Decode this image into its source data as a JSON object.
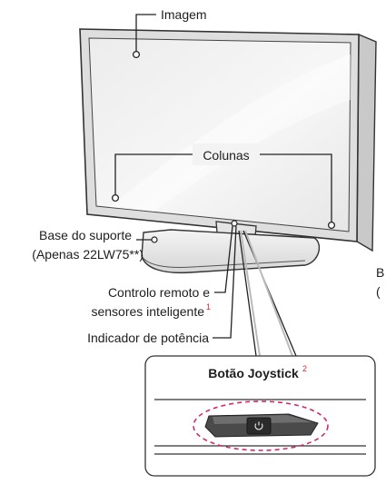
{
  "labels": {
    "imagem": "Imagem",
    "colunas": "Colunas",
    "base_line1": "Base do suporte",
    "base_line2": "(Apenas 22LW75**)",
    "controlo_line1": "Controlo remoto e",
    "controlo_line2": "sensores inteligente",
    "controlo_sup": "1",
    "indicador": "Indicador de potência",
    "joystick": "Botão Joystick",
    "joystick_sup": "2",
    "cut_line1": "B",
    "cut_line2": "("
  },
  "colors": {
    "bezel": "#d4d4d4",
    "screen": "#f2f2f2",
    "line": "#222222",
    "accent": "#e8202a",
    "highlight_dashes": "#d2286e"
  },
  "icons": {
    "power_button": "power-icon"
  }
}
